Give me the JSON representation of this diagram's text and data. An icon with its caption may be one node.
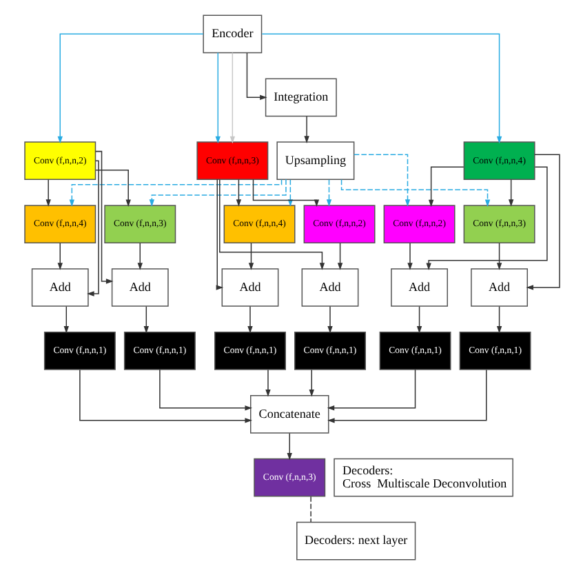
{
  "diagram": {
    "nodes": [
      {
        "text": [
          "Encoder"
        ]
      },
      {
        "text": [
          "Integration"
        ]
      },
      {
        "text": [
          "Upsampling"
        ]
      },
      {
        "text": [
          "Conv (f,n,n,2)"
        ]
      },
      {
        "text": [
          "Conv (f,n,n,3)"
        ]
      },
      {
        "text": [
          "Conv (f,n,n,4)"
        ]
      },
      {
        "text": [
          "Conv (f,n,n,4)"
        ]
      },
      {
        "text": [
          "Conv (f,n,n,3)"
        ]
      },
      {
        "text": [
          "Conv (f,n,n,2)"
        ]
      },
      {
        "text": [
          "Conv (f,n,n,4)"
        ]
      },
      {
        "text": [
          "Conv (f,n,n,3)"
        ]
      },
      {
        "text": [
          "Conv (f,n,n,2)"
        ]
      },
      {
        "text": [
          "Add"
        ]
      },
      {
        "text": [
          "Add"
        ]
      },
      {
        "text": [
          "Add"
        ]
      },
      {
        "text": [
          "Add"
        ]
      },
      {
        "text": [
          "Add"
        ]
      },
      {
        "text": [
          "Add"
        ]
      },
      {
        "text": [
          "Conv (f,n,n,1)"
        ]
      },
      {
        "text": [
          "Conv (f,n,n,1)"
        ]
      },
      {
        "text": [
          "Conv (f,n,n,1)"
        ]
      },
      {
        "text": [
          "Conv (f,n,n,1)"
        ]
      },
      {
        "text": [
          "Conv (f,n,n,1)"
        ]
      },
      {
        "text": [
          "Conv (f,n,n,1)"
        ]
      },
      {
        "text": [
          "Concatenate"
        ]
      },
      {
        "text": [
          "Conv (f,n,n,3)"
        ]
      },
      {
        "text": [
          "Decoders: next layer"
        ]
      },
      {
        "text": [
          "Decoders:",
          "Cross  Multiscale Deconvolution"
        ]
      }
    ],
    "edges": [
      {
        "from": 0,
        "to": 1,
        "arrow": "to"
      },
      {
        "from": 1,
        "to": 2,
        "arrow": "to"
      },
      {
        "from": 0,
        "to": 3,
        "arrow": "to",
        "color": "#29abe2"
      },
      {
        "from": 0,
        "to": 4,
        "arrow": "to",
        "color": "#29abe2"
      },
      {
        "from": 0,
        "to": 5,
        "arrow": "to",
        "color": "#29abe2"
      },
      {
        "from": 0,
        "to": 4,
        "arrow": "to",
        "color": "#c8c8c8"
      },
      {
        "from": 2,
        "to": 6,
        "arrow": "to",
        "style": "dashed",
        "color": "#29abe2"
      },
      {
        "from": 2,
        "to": 7,
        "arrow": "to",
        "style": "dashed",
        "color": "#29abe2"
      },
      {
        "from": 2,
        "to": 8,
        "arrow": "to",
        "style": "dashed",
        "color": "#29abe2"
      },
      {
        "from": 2,
        "to": 9,
        "arrow": "to",
        "style": "dashed",
        "color": "#29abe2"
      },
      {
        "from": 2,
        "to": 10,
        "arrow": "to",
        "style": "dashed",
        "color": "#29abe2"
      },
      {
        "from": 2,
        "to": 11,
        "arrow": "to",
        "style": "dashed",
        "color": "#29abe2"
      },
      {
        "from": 3,
        "to": 6,
        "arrow": "to"
      },
      {
        "from": 3,
        "to": 7,
        "arrow": "to"
      },
      {
        "from": 3,
        "to": 12,
        "arrow": "to"
      },
      {
        "from": 3,
        "to": 13,
        "arrow": "to"
      },
      {
        "from": 6,
        "to": 12,
        "arrow": "to"
      },
      {
        "from": 7,
        "to": 13,
        "arrow": "to"
      },
      {
        "from": 4,
        "to": 8,
        "arrow": "to"
      },
      {
        "from": 4,
        "to": 9,
        "arrow": "to"
      },
      {
        "from": 4,
        "to": 14,
        "arrow": "to"
      },
      {
        "from": 4,
        "to": 15,
        "arrow": "to"
      },
      {
        "from": 8,
        "to": 14,
        "arrow": "to"
      },
      {
        "from": 9,
        "to": 15,
        "arrow": "to"
      },
      {
        "from": 5,
        "to": 10,
        "arrow": "to"
      },
      {
        "from": 5,
        "to": 11,
        "arrow": "to"
      },
      {
        "from": 5,
        "to": 16,
        "arrow": "to"
      },
      {
        "from": 5,
        "to": 17,
        "arrow": "to"
      },
      {
        "from": 10,
        "to": 16,
        "arrow": "to"
      },
      {
        "from": 11,
        "to": 17,
        "arrow": "to"
      },
      {
        "from": 12,
        "to": 18,
        "arrow": "to"
      },
      {
        "from": 13,
        "to": 19,
        "arrow": "to"
      },
      {
        "from": 14,
        "to": 20,
        "arrow": "to"
      },
      {
        "from": 15,
        "to": 21,
        "arrow": "to"
      },
      {
        "from": 16,
        "to": 22,
        "arrow": "to"
      },
      {
        "from": 17,
        "to": 23,
        "arrow": "to"
      },
      {
        "from": 18,
        "to": 24,
        "arrow": "to"
      },
      {
        "from": 19,
        "to": 24,
        "arrow": "to"
      },
      {
        "from": 20,
        "to": 24,
        "arrow": "to"
      },
      {
        "from": 21,
        "to": 24,
        "arrow": "to"
      },
      {
        "from": 22,
        "to": 24,
        "arrow": "to"
      },
      {
        "from": 23,
        "to": 24,
        "arrow": "to"
      },
      {
        "from": 24,
        "to": 25,
        "arrow": "to"
      },
      {
        "from": 25,
        "to": 26,
        "arrow": "none",
        "style": "dashed"
      }
    ]
  }
}
